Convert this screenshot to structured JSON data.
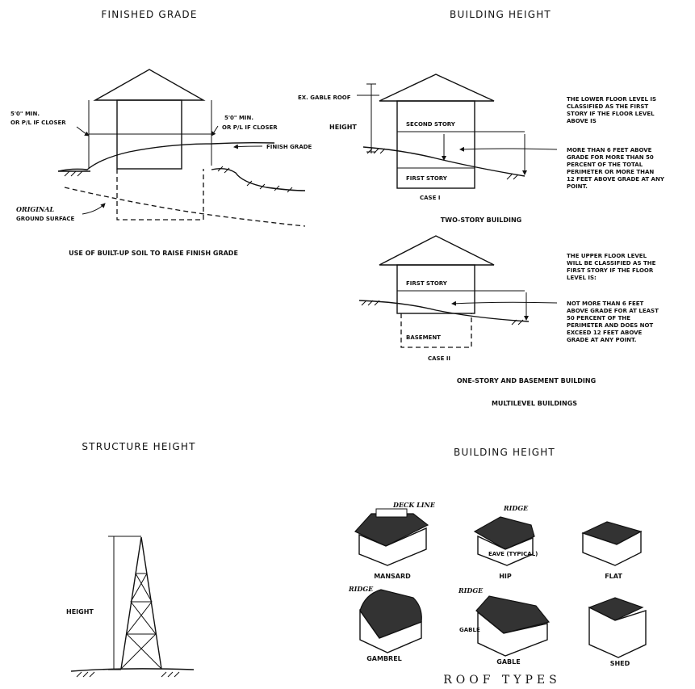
{
  "finished_grade": {
    "title": "FINISHED GRADE",
    "left_dim": [
      "5'0\" MIN.",
      "OR P/L IF CLOSER"
    ],
    "right_dim": [
      "5'0\" MIN.",
      "OR P/L IF CLOSER"
    ],
    "finish_grade": "FINISH GRADE",
    "original": [
      "ORIGINAL",
      "GROUND SURFACE"
    ],
    "caption": "USE OF BUILT-UP SOIL TO RAISE FINISH GRADE"
  },
  "building_height_top": {
    "title": "BUILDING HEIGHT",
    "case1": {
      "gable_label": "EX. GABLE ROOF",
      "height_label": "HEIGHT",
      "second_story": "SECOND STORY",
      "first_story": "FIRST STORY",
      "case_label": "CASE I",
      "note1": [
        "THE LOWER FLOOR LEVEL IS",
        "CLASSIFIED AS THE FIRST",
        "STORY IF THE FLOOR LEVEL",
        "ABOVE IS"
      ],
      "note2": [
        "MORE THAN 6 FEET ABOVE",
        "GRADE FOR MORE THAN 50",
        "PERCENT OF THE TOTAL",
        "PERIMETER OR MORE THAN",
        "12 FEET ABOVE GRADE AT ANY",
        "POINT."
      ],
      "caption": "TWO-STORY BUILDING"
    },
    "case2": {
      "first_story": "FIRST STORY",
      "basement": "BASEMENT",
      "case_label": "CASE II",
      "note1": [
        "THE UPPER FLOOR LEVEL",
        "WILL BE CLASSIFIED AS THE",
        "FIRST STORY IF THE FLOOR",
        "LEVEL IS:"
      ],
      "note2": [
        "NOT MORE THAN 6 FEET",
        "ABOVE GRADE FOR AT LEAST",
        "50 PERCENT OF THE",
        "PERIMETER AND DOES NOT",
        "EXCEED 12 FEET ABOVE",
        "GRADE AT ANY POINT."
      ],
      "caption": "ONE-STORY AND BASEMENT BUILDING"
    },
    "footer": "MULTILEVEL BUILDINGS"
  },
  "structure_height": {
    "title": "STRUCTURE HEIGHT",
    "height_label": "HEIGHT"
  },
  "roof_types": {
    "title": "BUILDING HEIGHT",
    "caption": "ROOF TYPES",
    "labels": [
      "MANSARD",
      "HIP",
      "FLAT",
      "GAMBREL",
      "GABLE",
      "SHED"
    ],
    "callouts": {
      "deck_line": "DECK LINE",
      "ridge_hip": "RIDGE",
      "eave": "EAVE (TYPICAL)",
      "ridge_gambrel": "RIDGE",
      "ridge_gable": "RIDGE",
      "gable": "GABLE"
    }
  }
}
